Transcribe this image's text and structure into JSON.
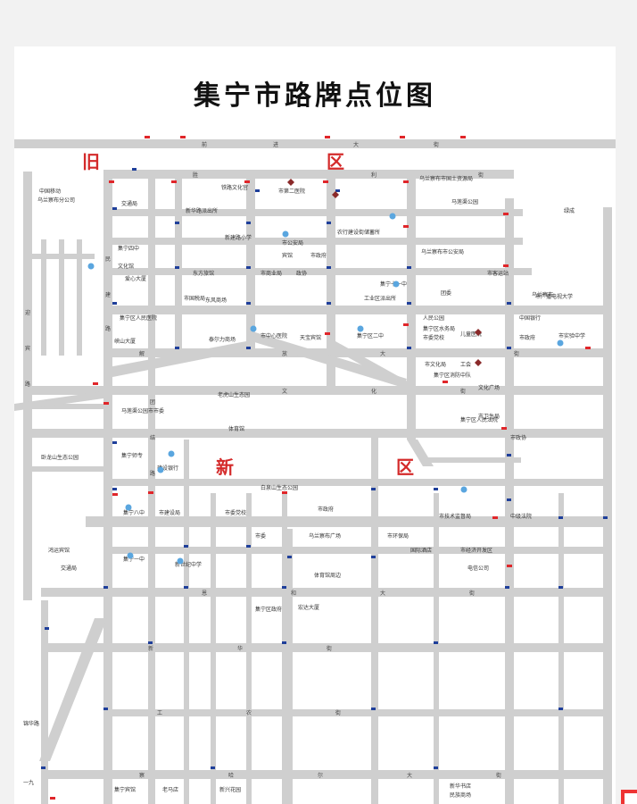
{
  "title": "集宁市路牌点位图",
  "districts": [
    "旧",
    "区",
    "新",
    "区"
  ],
  "labels": [
    "中国移动",
    "乌兰察布分公司",
    "交通局",
    "新华路派出所",
    "铁路文化宫",
    "市第二医院",
    "乌兰察布市国土资源局",
    "新建路小学",
    "东方旅馆",
    "市公安局",
    "市政府",
    "宾馆",
    "农行建设街储蓄所",
    "乌兰察布市公安局",
    "集宁四中",
    "文化馆",
    "爱心大厦",
    "东风商场",
    "市国税局",
    "市商业局",
    "政协",
    "工业区派出所",
    "团委",
    "集宁十一中",
    "绿成",
    "市客运站",
    "集宁区人民医院",
    "人民公园",
    "中国银行",
    "乌兰察布",
    "峡山大厦",
    "泰尔力商场",
    "市中心医院",
    "天宝宾馆",
    "集宁区二中",
    "集宁区水务局",
    "市委党校",
    "儿童医院",
    "市政府",
    "老虎山生态园",
    "市文化局",
    "工会",
    "文化广场",
    "集宁区消防中队",
    "集宁区人民法院",
    "卧龙山生态公园",
    "马莲渠公园",
    "市市委",
    "集宁师专",
    "建设银行",
    "体育馆",
    "白泉山生态公园",
    "集宁八中",
    "市建设局",
    "市委党校",
    "市政府",
    "市委",
    "乌兰察布广场",
    "集宁一中",
    "新世纪中学",
    "市环保局",
    "国际酒店",
    "电信公司",
    "体育馆周边",
    "鸿运宾馆",
    "交通局",
    "马莲渠公园",
    "市广播电视大学",
    "市实验中学",
    "市卫生局",
    "市政协",
    "中级法院",
    "市技术监督局",
    "市经济开发区",
    "宏达大厦",
    "集宁区政府",
    "一九",
    "集宁宾馆",
    "老马店",
    "新兴花园",
    "新华书店",
    "民族商场",
    "锦华路"
  ],
  "road_labels": [
    "前",
    "进",
    "大",
    "街",
    "胜",
    "利",
    "街",
    "民",
    "建",
    "路",
    "文",
    "化",
    "街",
    "团",
    "结",
    "路",
    "解",
    "放",
    "大",
    "街",
    "恩",
    "和",
    "大",
    "街",
    "新",
    "华",
    "街",
    "工",
    "农",
    "街",
    "察",
    "哈",
    "尔",
    "大",
    "街",
    "迎",
    "宾",
    "路"
  ],
  "corner_logo": "map-corner-logo"
}
